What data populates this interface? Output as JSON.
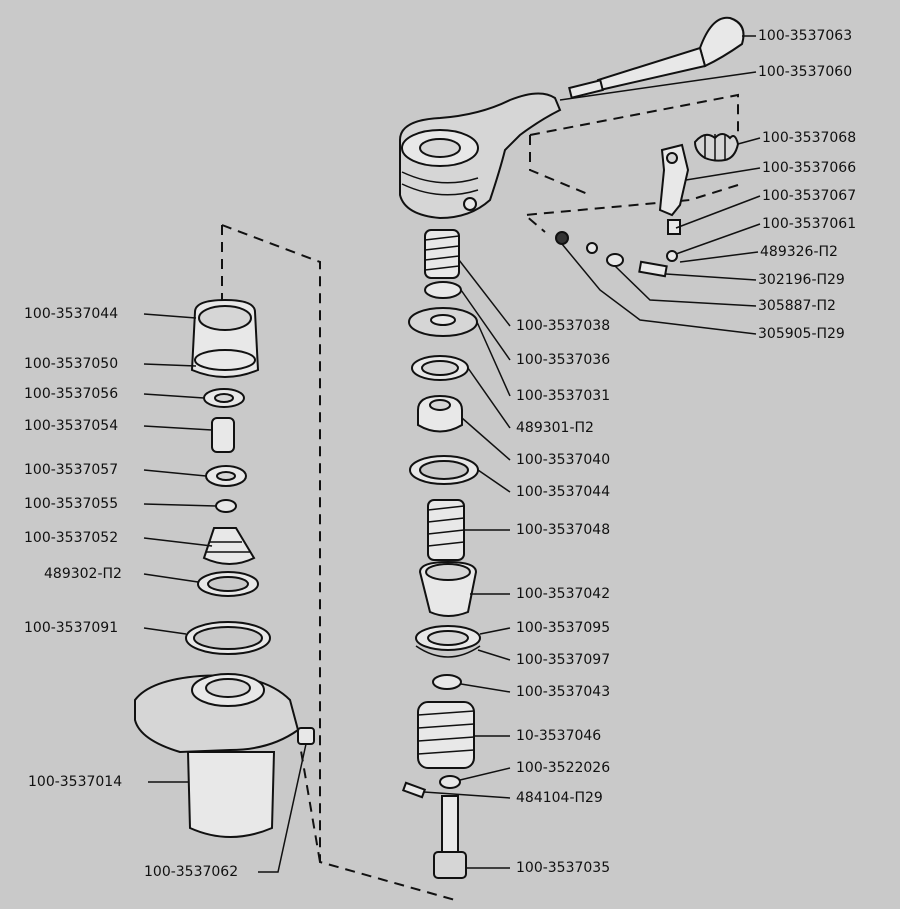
{
  "labels_left": [
    {
      "id": "100-3537044-left",
      "text": "100-3537044"
    },
    {
      "id": "100-3537050",
      "text": "100-3537050"
    },
    {
      "id": "100-3537056",
      "text": "100-3537056"
    },
    {
      "id": "100-3537054",
      "text": "100-3537054"
    },
    {
      "id": "100-3537057",
      "text": "100-3537057"
    },
    {
      "id": "100-3537055",
      "text": "100-3537055"
    },
    {
      "id": "100-3537052",
      "text": "100-3537052"
    },
    {
      "id": "489302-p2",
      "text": "489302-П2"
    },
    {
      "id": "100-3537091",
      "text": "100-3537091"
    },
    {
      "id": "100-3537014",
      "text": "100-3537014"
    },
    {
      "id": "100-3537062",
      "text": "100-3537062"
    }
  ],
  "labels_right": [
    {
      "id": "100-3537063",
      "text": "100-3537063"
    },
    {
      "id": "100-3537060",
      "text": "100-3537060"
    },
    {
      "id": "100-3537068",
      "text": "100-3537068"
    },
    {
      "id": "100-3537066",
      "text": "100-3537066"
    },
    {
      "id": "100-3537067",
      "text": "100-3537067"
    },
    {
      "id": "100-3537061",
      "text": "100-3537061"
    },
    {
      "id": "489326-p2",
      "text": "489326-П2"
    },
    {
      "id": "302196-p29",
      "text": "302196-П29"
    },
    {
      "id": "305887-p2",
      "text": "305887-П2"
    },
    {
      "id": "305905-p29",
      "text": "305905-П29"
    }
  ],
  "labels_center": [
    {
      "id": "100-3537038",
      "text": "100-3537038"
    },
    {
      "id": "100-3537036",
      "text": "100-3537036"
    },
    {
      "id": "100-3537031",
      "text": "100-3537031"
    },
    {
      "id": "489301-p2",
      "text": "489301-П2"
    },
    {
      "id": "100-3537040",
      "text": "100-3537040"
    },
    {
      "id": "100-3537044-center",
      "text": "100-3537044"
    },
    {
      "id": "100-3537048",
      "text": "100-3537048"
    },
    {
      "id": "100-3537042",
      "text": "100-3537042"
    },
    {
      "id": "100-3537095",
      "text": "100-3537095"
    },
    {
      "id": "100-3537097",
      "text": "100-3537097"
    },
    {
      "id": "100-3537043",
      "text": "100-3537043"
    },
    {
      "id": "10-3537046",
      "text": "10-3537046"
    },
    {
      "id": "100-3522026",
      "text": "100-3522026"
    },
    {
      "id": "484104-p29",
      "text": "484104-П29"
    },
    {
      "id": "100-3537035",
      "text": "100-3537035"
    }
  ]
}
